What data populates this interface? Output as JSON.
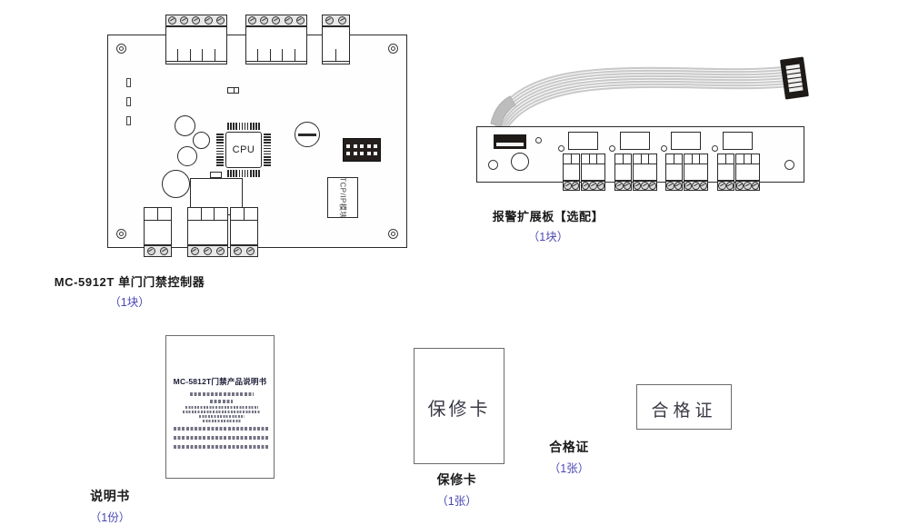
{
  "page": {
    "background": "#ffffff",
    "accent_blue": "#4a46b4",
    "line_color": "#2a2a2a"
  },
  "components": {
    "controller": {
      "caption_title": "MC-5912T 单门门禁控制器",
      "caption_qty": "（1块）",
      "cpu_label": "CPU",
      "module_label": "TCP/IP模块",
      "top_terminals": [
        5,
        5,
        2
      ],
      "bottom_terminals": [
        2,
        3,
        2
      ],
      "mounting_holes": 4,
      "led_count": 3,
      "header_pins": "2x5"
    },
    "expansion": {
      "caption_title": "报警扩展板【选配】",
      "caption_qty": "（1块）",
      "channels": 4,
      "channel_terminals": [
        2,
        3
      ],
      "mounting_holes": 2
    },
    "manual": {
      "caption_title": "说明书",
      "caption_qty": "（1份）",
      "cover_title": "MC-5812T门禁产品说明书"
    },
    "warranty": {
      "caption_title": "保修卡",
      "caption_qty": "（1张）",
      "face_text": "保修卡"
    },
    "certificate": {
      "caption_title": "合格证",
      "caption_qty": "（1张）",
      "face_text": "合格证"
    }
  }
}
